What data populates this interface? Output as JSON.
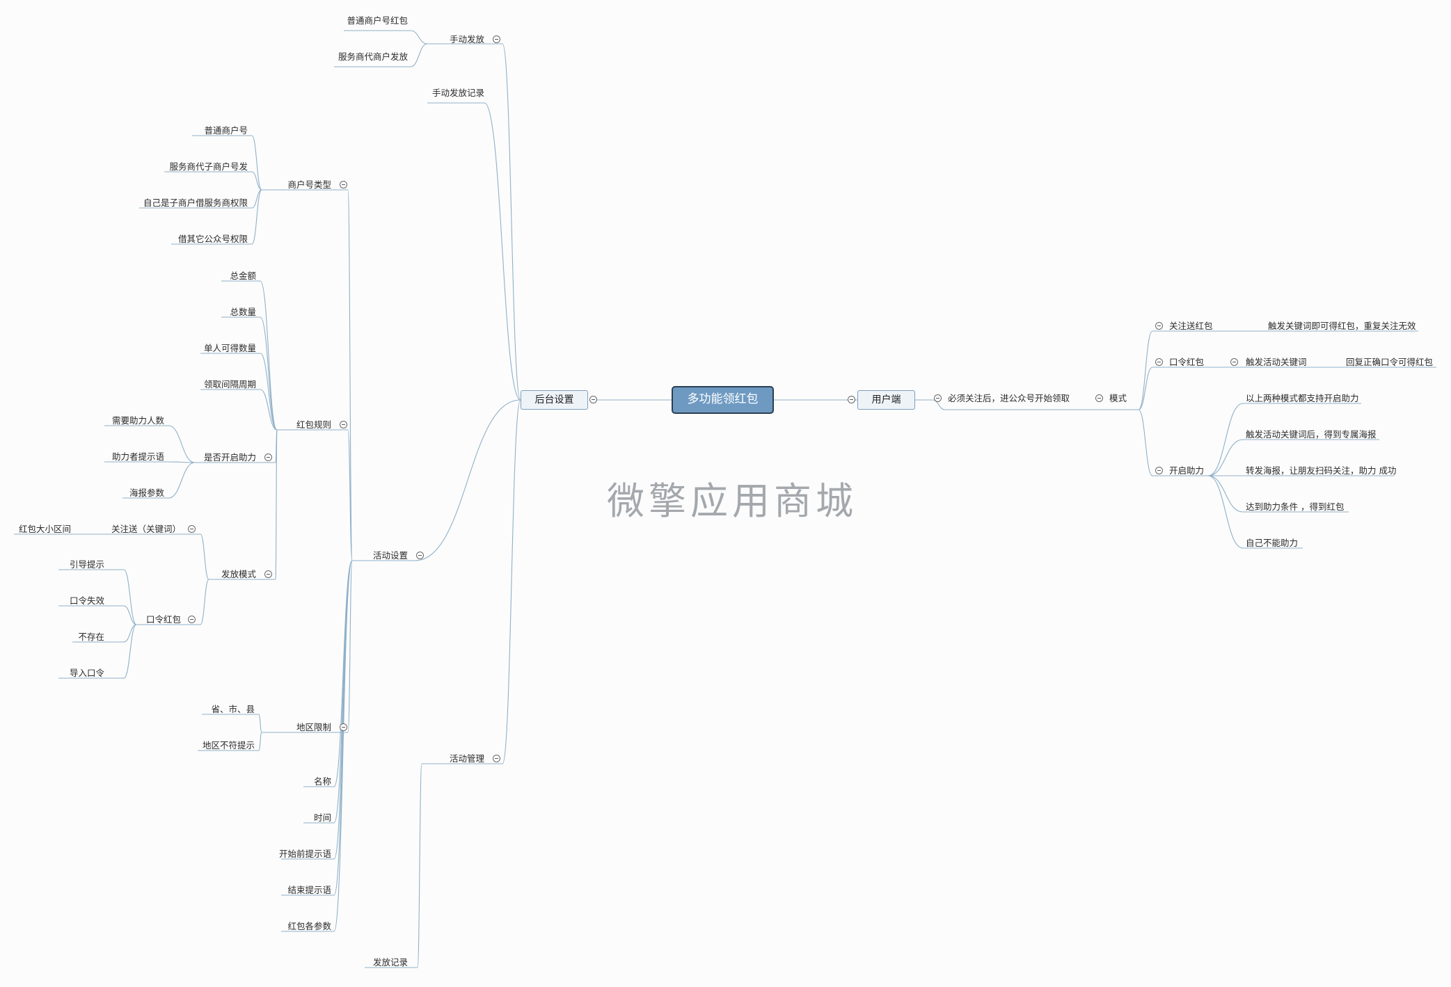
{
  "root": "多功能领红包",
  "watermark": "微擎应用商城",
  "left": {
    "label": "后台设置",
    "children": [
      {
        "label": "手动发放",
        "children": [
          {
            "label": "普通商户号红包"
          },
          {
            "label": "服务商代商户发放"
          }
        ]
      },
      {
        "label": "手动发放记录"
      },
      {
        "label": "活动设置",
        "children": [
          {
            "label": "商户号类型",
            "children": [
              {
                "label": "普通商户号"
              },
              {
                "label": "服务商代子商户号发"
              },
              {
                "label": "自己是子商户借服务商权限"
              },
              {
                "label": "借其它公众号权限"
              }
            ]
          },
          {
            "label": "红包规则",
            "children": [
              {
                "label": "总金额"
              },
              {
                "label": "总数量"
              },
              {
                "label": "单人可得数量"
              },
              {
                "label": "领取间隔周期"
              },
              {
                "label": "是否开启助力",
                "children": [
                  {
                    "label": "需要助力人数"
                  },
                  {
                    "label": "助力者提示语"
                  },
                  {
                    "label": "海报参数"
                  }
                ]
              },
              {
                "label": "发放模式",
                "children": [
                  {
                    "label": "关注送（关键词）",
                    "children": [
                      {
                        "label": "红包大小区间"
                      }
                    ]
                  },
                  {
                    "label": "口令红包",
                    "children": [
                      {
                        "label": "引导提示"
                      },
                      {
                        "label": "口令失效"
                      },
                      {
                        "label": "不存在"
                      },
                      {
                        "label": "导入口令"
                      }
                    ]
                  }
                ]
              }
            ]
          },
          {
            "label": "地区限制",
            "children": [
              {
                "label": "省、市、县"
              },
              {
                "label": "地区不符提示"
              }
            ]
          },
          {
            "label": "名称"
          },
          {
            "label": "时间"
          },
          {
            "label": "开始前提示语"
          },
          {
            "label": "结束提示语"
          },
          {
            "label": "红包各参数"
          }
        ]
      },
      {
        "label": "活动管理",
        "children": [
          {
            "label": "发放记录"
          }
        ]
      }
    ]
  },
  "right": {
    "label": "用户端",
    "children": [
      {
        "label": "必须关注后，进公众号开始领取",
        "children": [
          {
            "label": "模式",
            "children": [
              {
                "label": "关注送红包",
                "children": [
                  {
                    "label": "触发关键词即可得红包，重复关注无效"
                  }
                ]
              },
              {
                "label": "口令红包",
                "children": [
                  {
                    "label": "触发活动关键词",
                    "children": [
                      {
                        "label": "回复正确口令可得红包"
                      }
                    ]
                  }
                ]
              },
              {
                "label": "开启助力",
                "children": [
                  {
                    "label": "以上两种模式都支持开启助力"
                  },
                  {
                    "label": "触发活动关键词后，得到专属海报"
                  },
                  {
                    "label": "转发海报，让朋友扫码关注，助力 成功"
                  },
                  {
                    "label": "达到助力条件 ，得到红包"
                  },
                  {
                    "label": "自己不能助力"
                  }
                ]
              }
            ]
          }
        ]
      }
    ]
  },
  "colors": {
    "line": "#8fb0c8",
    "root_fill": "#6e9ac2",
    "root_border": "#2c3e50",
    "box_fill": "#eef3f8",
    "box_border": "#7e9db9"
  }
}
